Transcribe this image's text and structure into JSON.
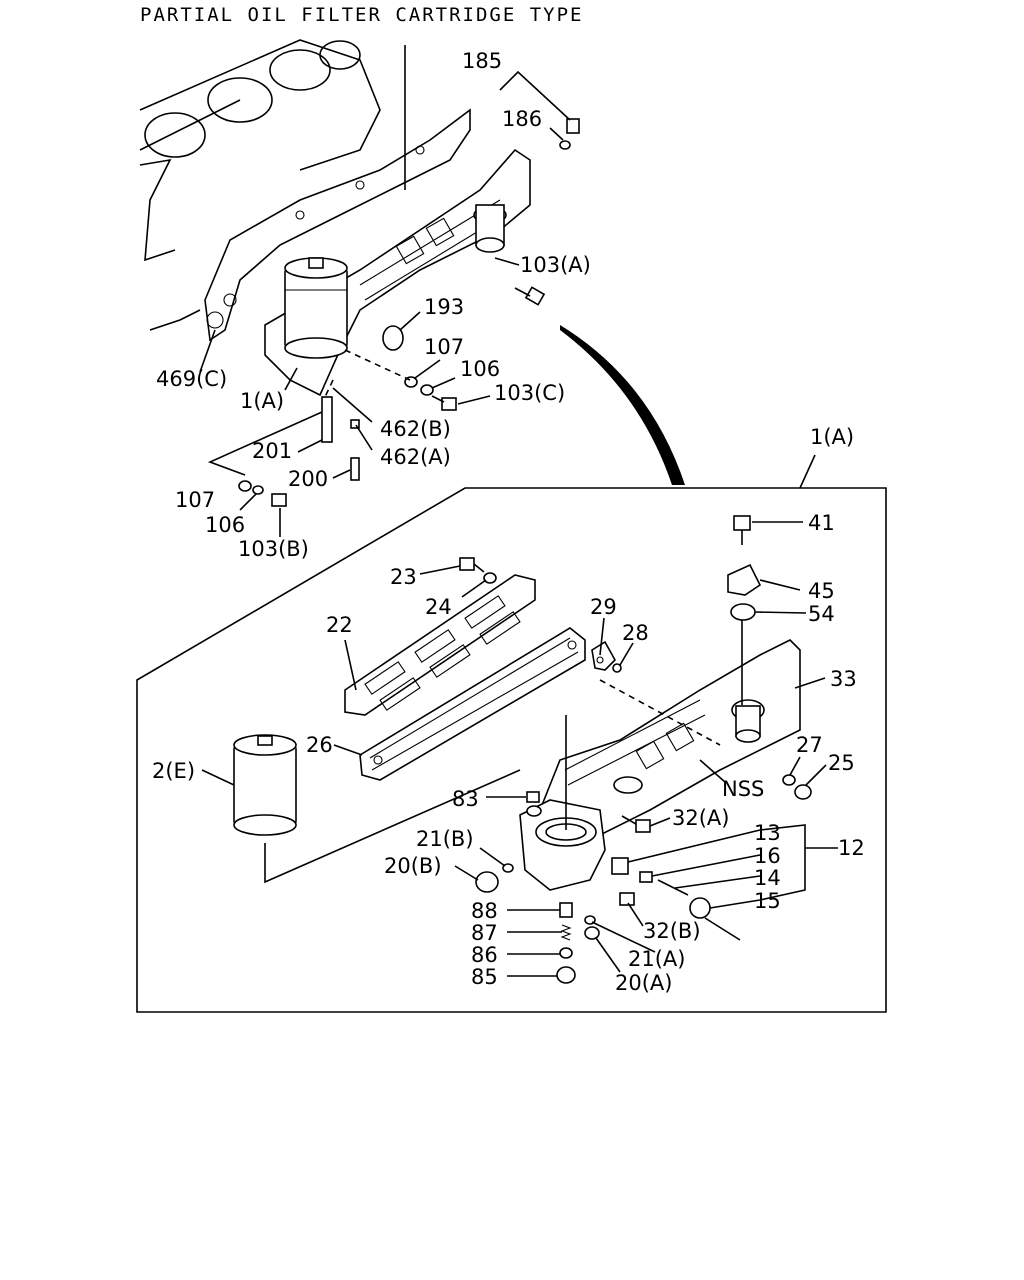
{
  "title": "PARTIAL OIL FILTER CARTRIDGE TYPE",
  "callouts": {
    "c185": "185",
    "c186": "186",
    "c103a_top": "103(A)",
    "c193": "193",
    "c107_top": "107",
    "c106_top": "106",
    "c103c": "103(C)",
    "c469c": "469(C)",
    "c1a_left": "1(A)",
    "c462b": "462(B)",
    "c201": "201",
    "c462a": "462(A)",
    "c200": "200",
    "c107_bot": "107",
    "c106_bot": "106",
    "c103b": "103(B)",
    "c1a_box": "1(A)",
    "c41": "41",
    "c23": "23",
    "c45": "45",
    "c24": "24",
    "c29": "29",
    "c54": "54",
    "c28": "28",
    "c22": "22",
    "c33": "33",
    "c26": "26",
    "c27": "27",
    "c25": "25",
    "c2e": "2(E)",
    "c83": "83",
    "cnss": "NSS",
    "c32a": "32(A)",
    "c13": "13",
    "c21b": "21(B)",
    "c16": "16",
    "c12": "12",
    "c20b": "20(B)",
    "c14": "14",
    "c15": "15",
    "c88": "88",
    "c32b": "32(B)",
    "c87": "87",
    "c86": "86",
    "c21a": "21(A)",
    "c85": "85",
    "c20a": "20(A)"
  }
}
